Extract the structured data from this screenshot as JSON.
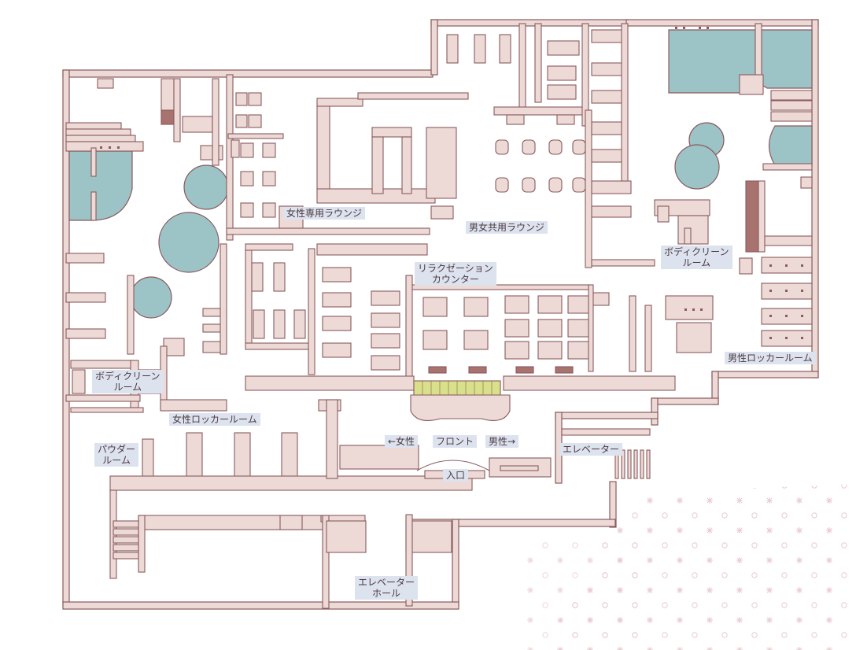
{
  "colors": {
    "wall": "#eddad6",
    "wall_stroke": "#8a5a5e",
    "wall_dark": "#a8736f",
    "pool": "#9cc3c6",
    "label_bg": "#dde2ef",
    "label_text": "#4a3a3f",
    "counter": "#d9e08a",
    "pattern": "#e7c4c9"
  },
  "labels": {
    "women_lounge": "女性専用ラウンジ",
    "shared_lounge": "男女共用ラウンジ",
    "relax_counter": "リラクゼーション\nカウンター",
    "body_clean_left": "ボディクリーン\nルーム",
    "body_clean_right": "ボディクリーン\nルーム",
    "women_locker": "女性ロッカールーム",
    "men_locker": "男性ロッカールーム",
    "powder_room": "パウダー\nルーム",
    "women_arrow": "←女性",
    "front": "フロント",
    "men_arrow": "男性→",
    "entrance": "入口",
    "elevator": "エレベーター",
    "elevator_hall": "エレベーター\nホール"
  }
}
